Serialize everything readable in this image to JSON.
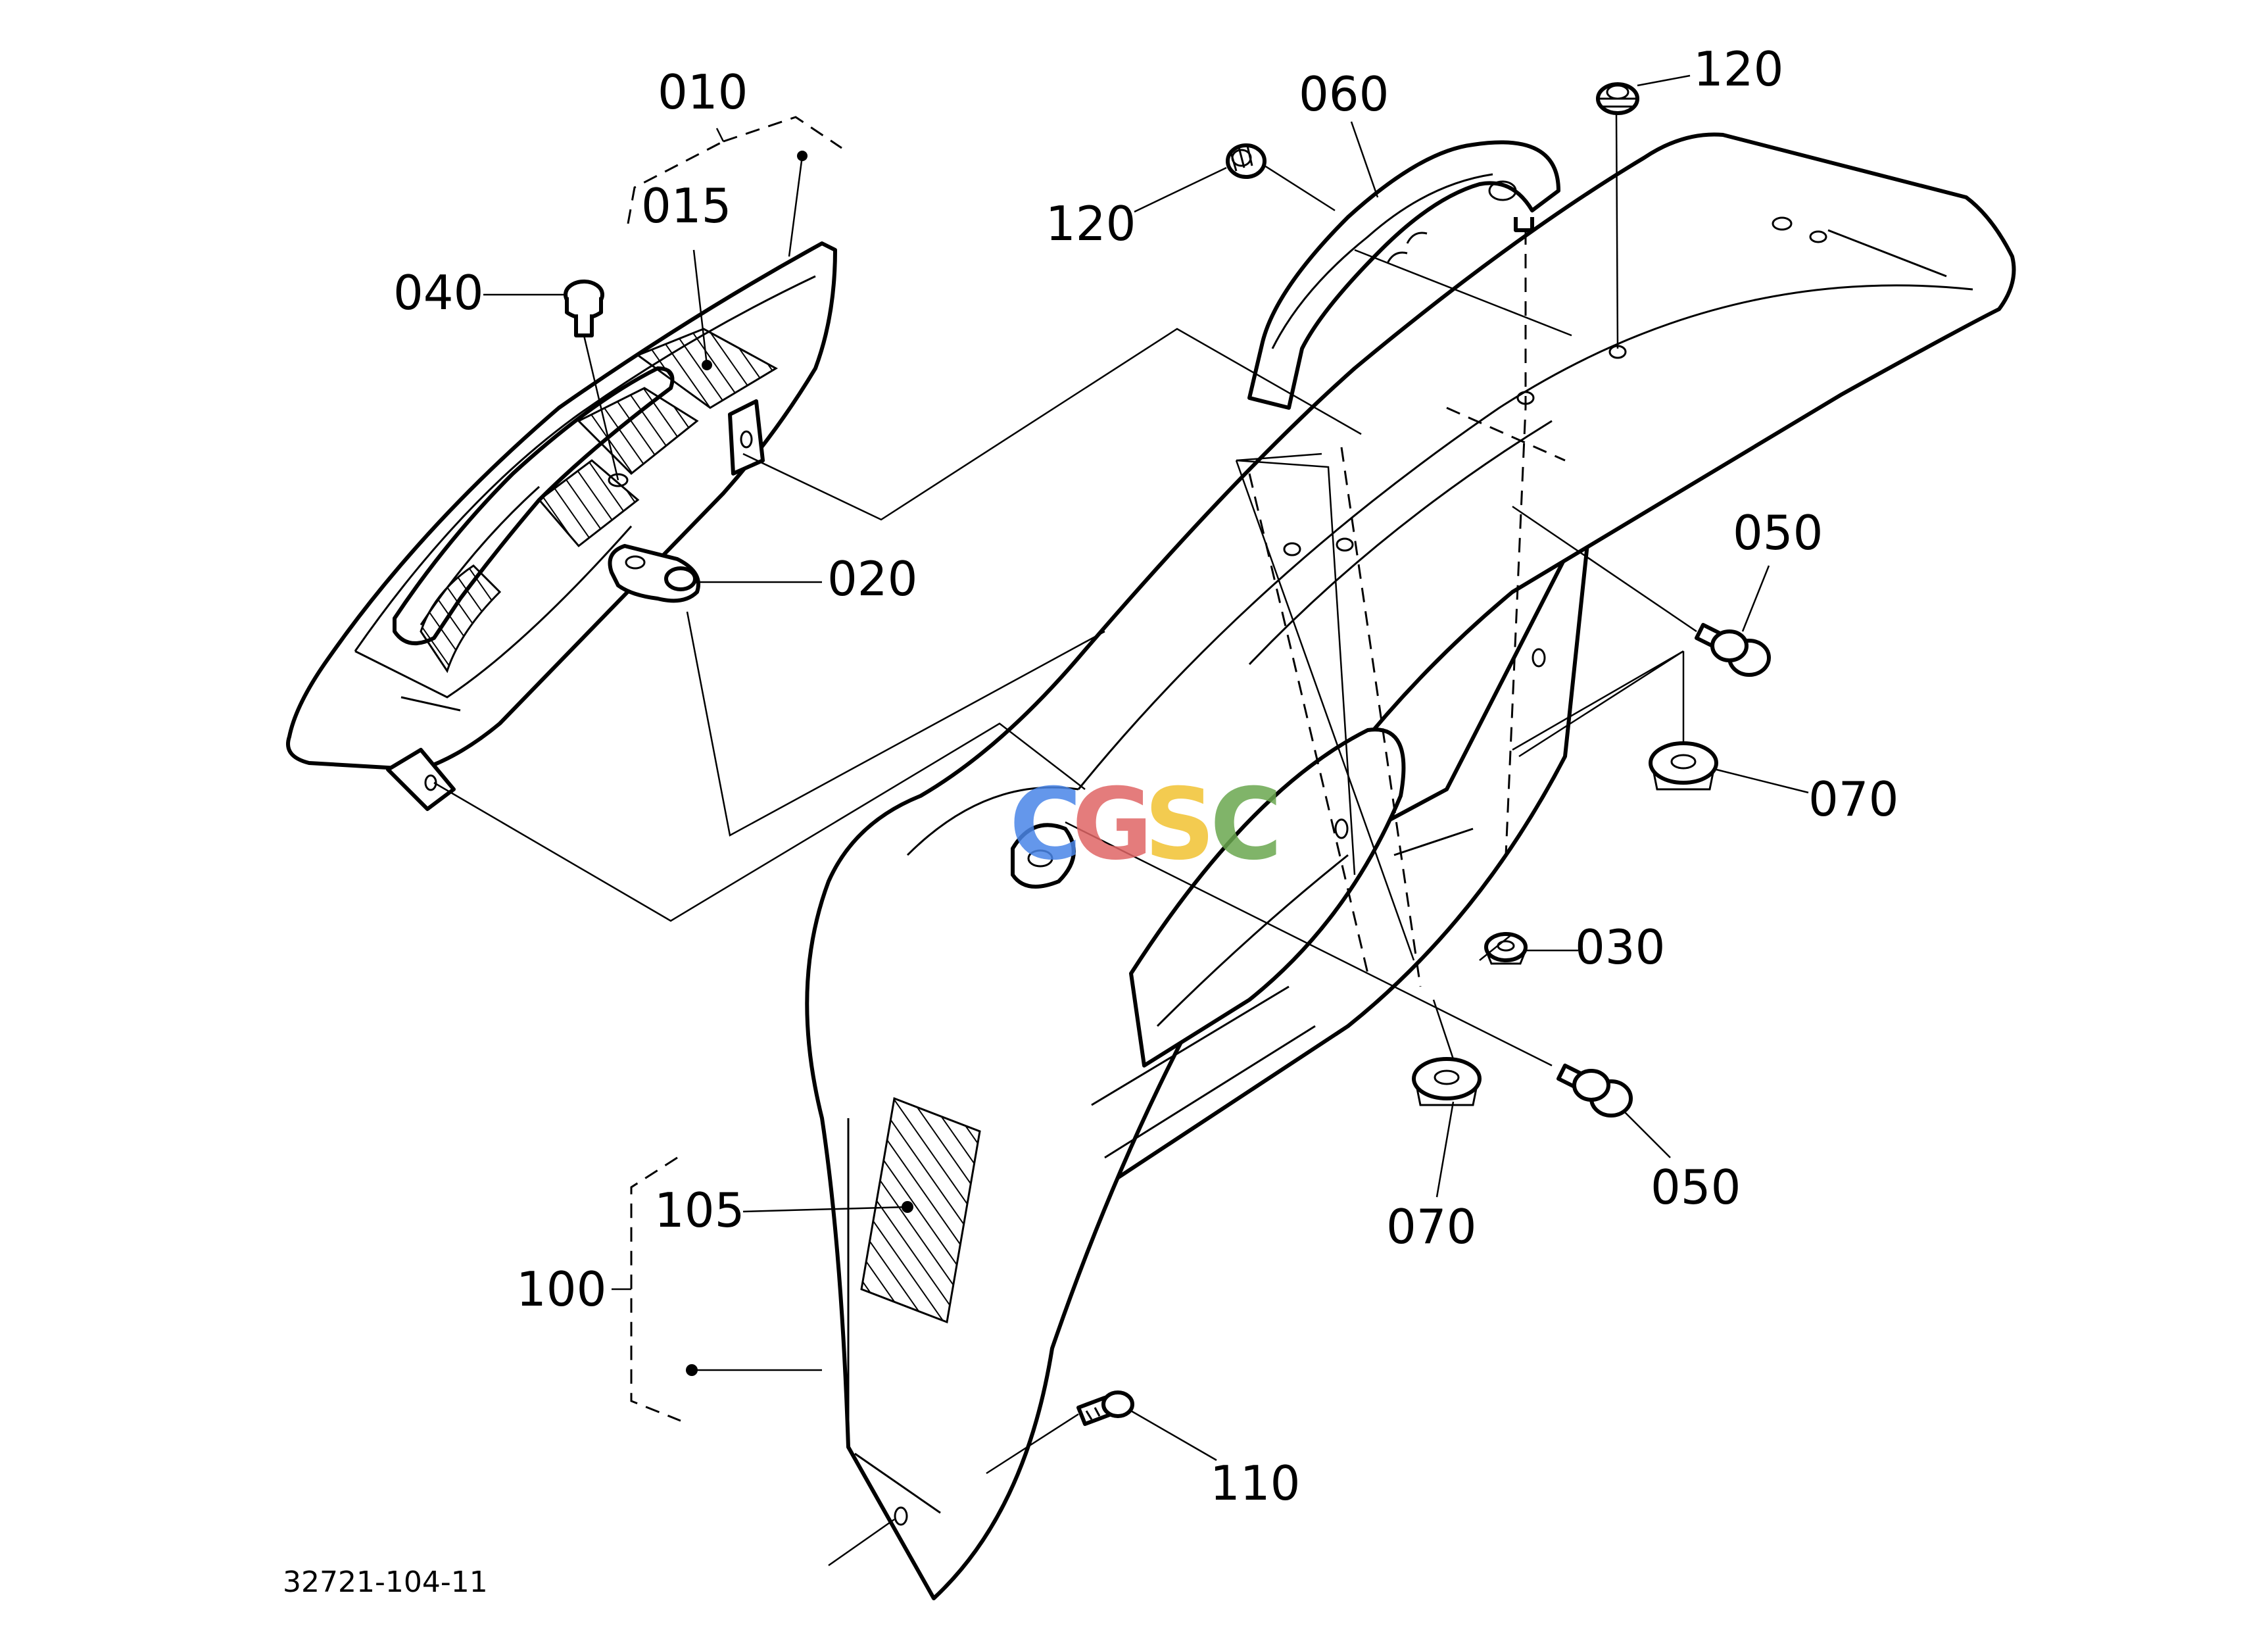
{
  "document_number": "32721-104-11",
  "watermark": {
    "letters": [
      "C",
      "G",
      "S",
      "C"
    ],
    "colors": [
      "#4a86e8",
      "#e06666",
      "#f1c232",
      "#6aa84f"
    ]
  },
  "callouts": {
    "p010": "010",
    "p015": "015",
    "p020": "020",
    "p030": "030",
    "p040": "040",
    "p050_upper": "050",
    "p050_lower": "050",
    "p060": "060",
    "p070_upper": "070",
    "p070_lower": "070",
    "p100": "100",
    "p105": "105",
    "p110": "110",
    "p120_left": "120",
    "p120_right": "120"
  }
}
